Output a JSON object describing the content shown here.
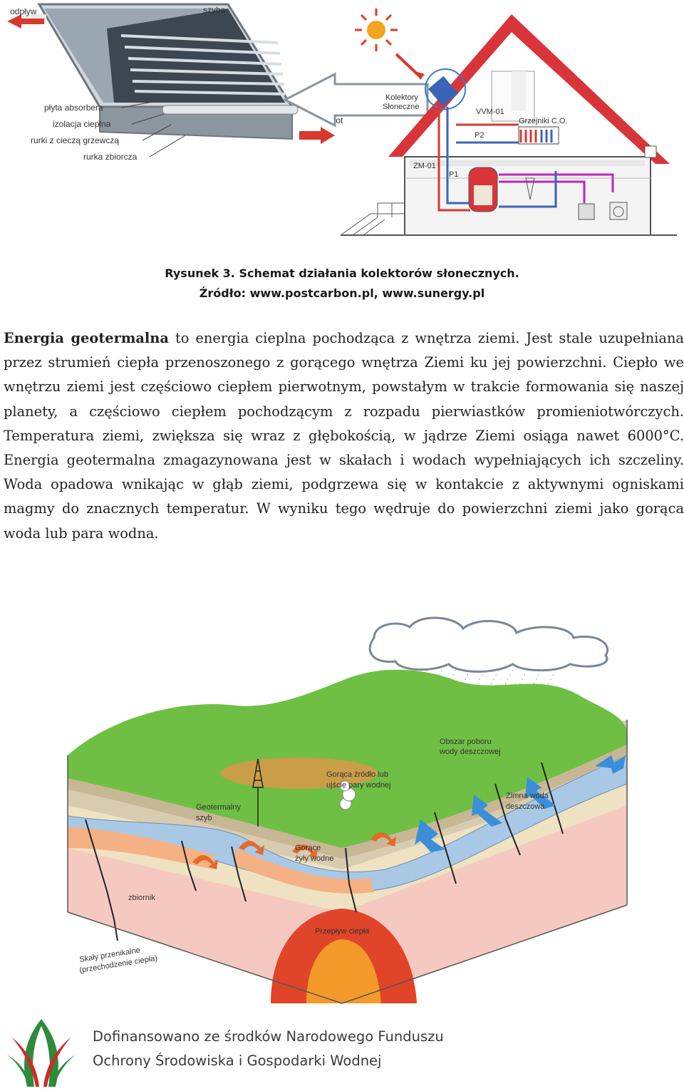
{
  "solar_figure": {
    "labels": {
      "odplyw": "odpływ",
      "szyba": "szyba",
      "plyta": "płyta absorbera",
      "izolacja": "izolacja cieplna",
      "rurki": "rurki z cieczą grzewczą",
      "rurka": "rurka zbiorcza",
      "wlot": "wlot",
      "kolektory_1": "Kolektory",
      "kolektory_2": "Słoneczne",
      "vvm": "VVM-01",
      "grzejniki": "Grzejniki C.O.",
      "p2": "P2",
      "zm": "ZM-01",
      "p1": "P1"
    }
  },
  "caption": {
    "line1": "Rysunek 3. Schemat działania kolektorów słonecznych.",
    "line2": "Źródło: www.postcarbon.pl, www.sunergy.pl"
  },
  "body": {
    "lead": "Energia geotermalna",
    "text": " to energia cieplna pochodząca z wnętrza ziemi. Jest stale uzupełniana przez strumień ciepła przenoszonego z gorącego wnętrza Ziemi ku jej powierzchni. Ciepło we wnętrzu ziemi jest częściowo ciepłem pierwotnym, powstałym w trakcie formowania się naszej planety, a częściowo ciepłem pochodzącym z rozpadu pierwiastków promieniotwórczych. Temperatura ziemi, zwiększa się wraz z głębokością, w jądrze Ziemi osiąga nawet 6000°C. Energia geotermalna zmagazynowana jest w skałach i wodach wypełniających ich szczeliny. Woda opadowa wnikając w głąb ziemi, podgrzewa się w kontakcie z aktywnymi ogniskami magmy do znacznych temperatur. W wyniku tego wędruje do powierzchni ziemi jako gorąca woda lub para wodna."
  },
  "geo_figure": {
    "labels": {
      "obszar_1": "Obszar poboru",
      "obszar_2": "wody deszczowej",
      "goraca_1": "Gorąca źródło lub",
      "goraca_2": "ujście pary wodnej",
      "otwor_1": "Geotermalny",
      "otwor_2": "szyb",
      "zimna_1": "Zimna woda",
      "zimna_2": "deszczowa",
      "zyly_1": "Gorące",
      "zyly_2": "żyły wodne",
      "zbiornik": "zbiornik",
      "przeplyw": "Przepływ ciepła",
      "skaly_1": "Skały przenikalne",
      "skaly_2": "(przechodzenie ciepła)"
    }
  },
  "footer": {
    "line1": "Dofinansowano ze środków Narodowego Funduszu",
    "line2": "Ochrony Środowiska i Gospodarki Wodnej"
  },
  "colors": {
    "red_arrow": "#d9382f",
    "house_roof": "#d8353a",
    "grass": "#5db53a",
    "hot_water": "#e96a2e",
    "cold_water": "#3f8fd4",
    "logo_green": "#2e8b3a",
    "logo_red": "#cf2a2a"
  }
}
